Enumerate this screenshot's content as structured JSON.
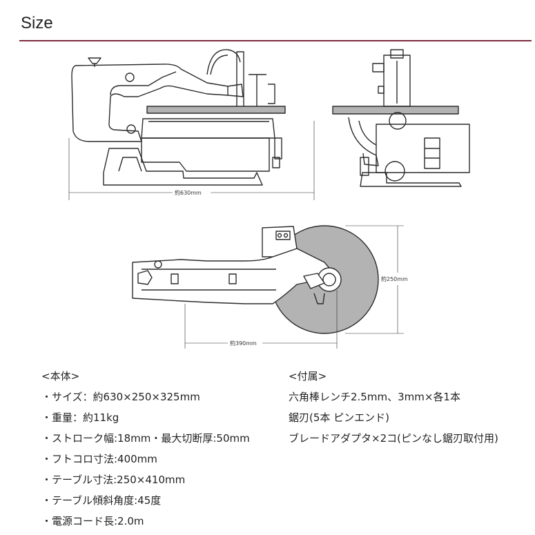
{
  "header": {
    "title": "Size"
  },
  "dimensions": {
    "length": "約630mm",
    "width": "約250mm",
    "depth": "約390mm"
  },
  "body_spec": {
    "heading": "<本体>",
    "items": [
      "・サイズ：約630×250×325mm",
      "・重量：約11kg",
      "・ストローク幅:18mm・最大切断厚:50mm",
      "・フトコロ寸法:400mm",
      "・テーブル寸法:250×410mm",
      "・テーブル傾斜角度:45度",
      "・電源コード長:2.0m"
    ]
  },
  "accessories": {
    "heading": "<付属>",
    "items": [
      "六角棒レンチ2.5mm、3mm×各1本",
      "鋸刃(5本 ピンエンド)",
      "ブレードアダプタ×2コ(ピンなし鋸刃取付用)"
    ]
  },
  "colors": {
    "accent_rule": "#7d2a3a",
    "table_top": "#b3b3b3",
    "line": "#2a2a2a"
  }
}
